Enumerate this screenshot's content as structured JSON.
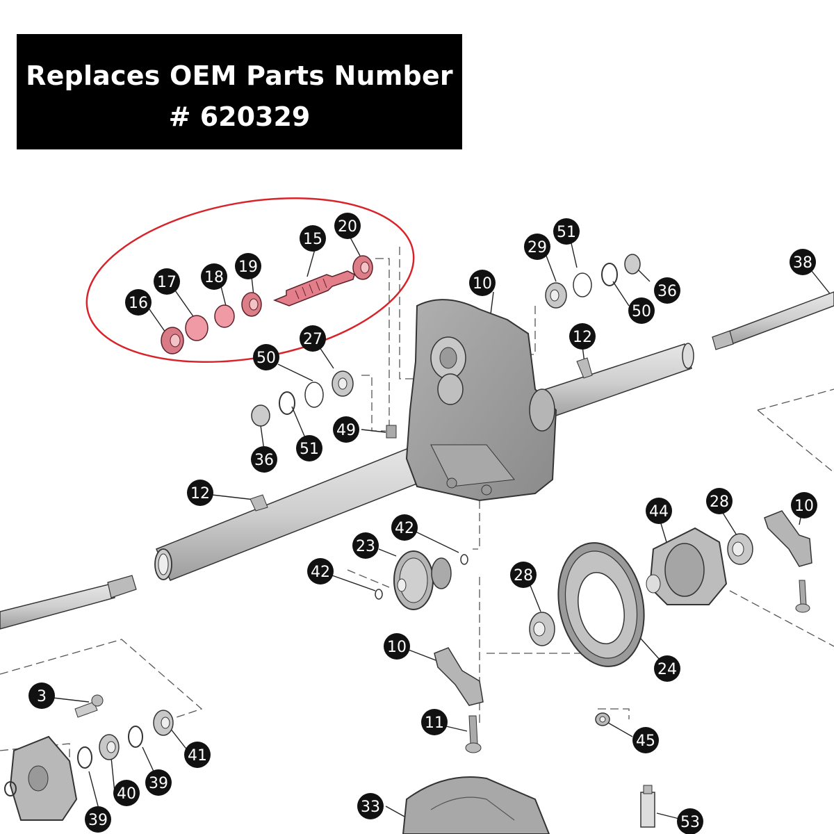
{
  "banner": {
    "line1": "Replaces OEM Parts Number",
    "line2": "# 620329"
  },
  "colors": {
    "highlight_ring": "#d8232a",
    "highlight_part": "#e8808a",
    "part_gray": "#b8b8b8",
    "callout_fill": "#111111"
  },
  "callouts": {
    "c16": "16",
    "c17": "17",
    "c18": "18",
    "c19": "19",
    "c15": "15",
    "c20": "20",
    "c29": "29",
    "c51a": "51",
    "c36a": "36",
    "c50a": "50",
    "c38": "38",
    "c10a": "10",
    "c12a": "12",
    "c27": "27",
    "c50b": "50",
    "c36b": "36",
    "c51b": "51",
    "c49": "49",
    "c12b": "12",
    "c42a": "42",
    "c23": "23",
    "c42b": "42",
    "c44": "44",
    "c28a": "28",
    "c10b": "10",
    "c28b": "28",
    "c24": "24",
    "c10c": "10",
    "c11": "11",
    "c45": "45",
    "c3": "3",
    "c41": "41",
    "c39a": "39",
    "c40": "40",
    "c39b": "39",
    "c33": "33",
    "c53": "53"
  }
}
